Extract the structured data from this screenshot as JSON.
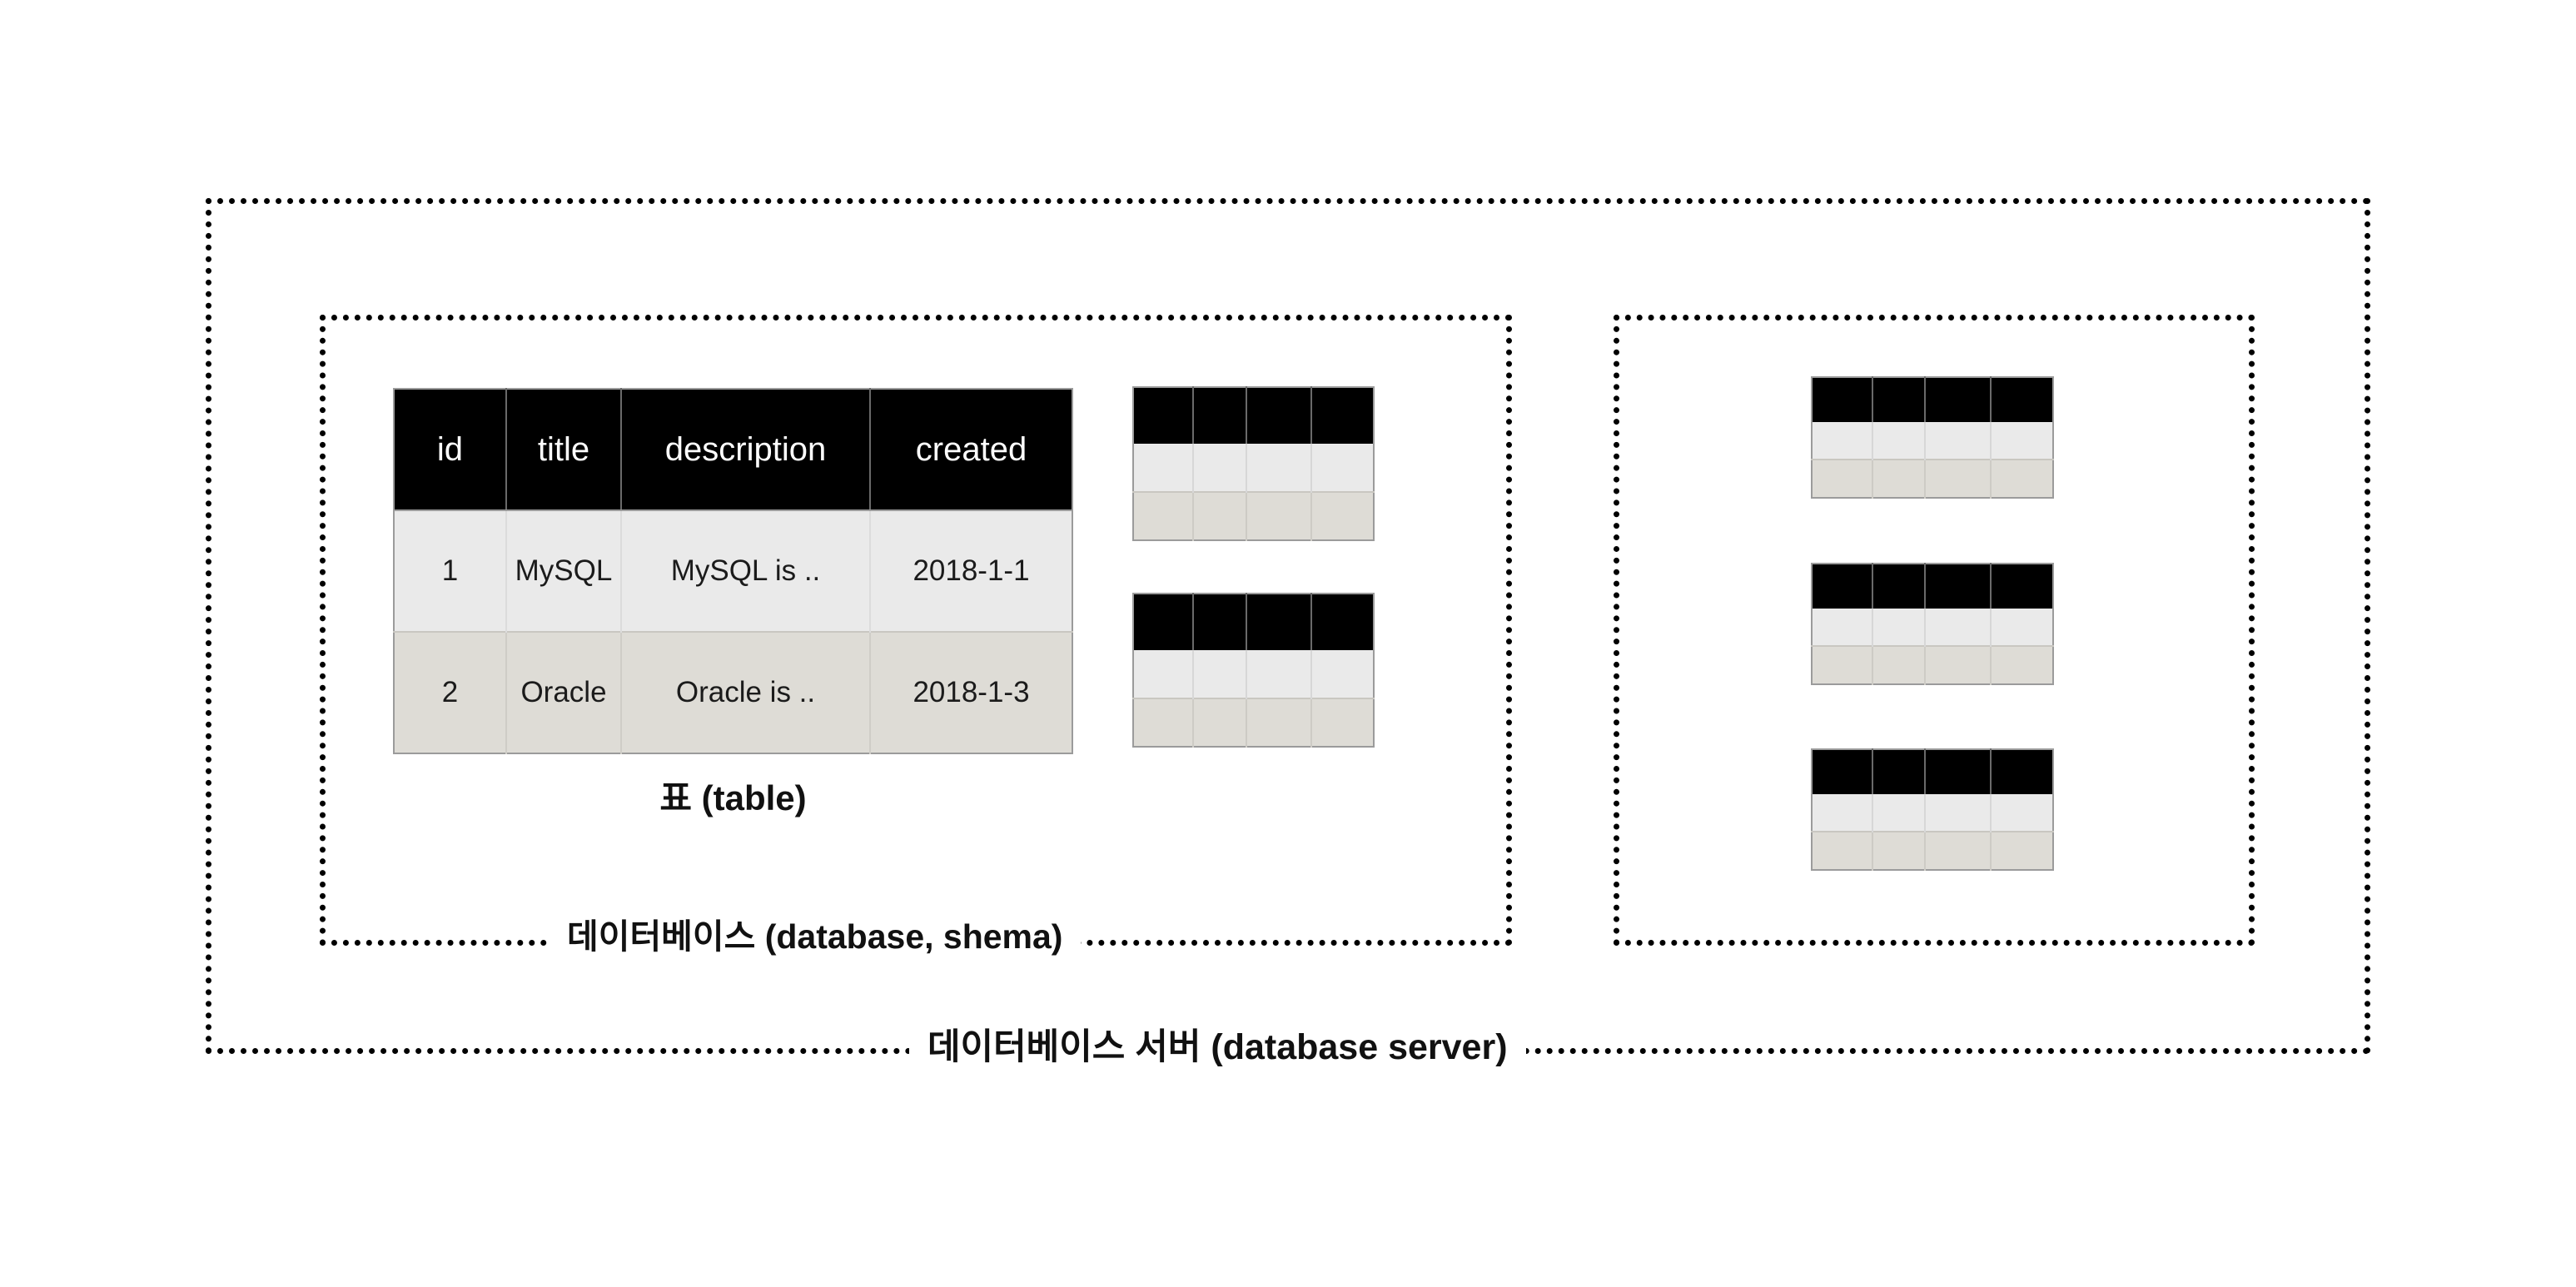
{
  "diagram": {
    "title_caption": "표 (table)",
    "database_label": "데이터베이스 (database, shema)",
    "server_label": "데이터베이스 서버 (database server)"
  },
  "colors": {
    "header_bg": "#000000",
    "header_text": "#ffffff",
    "row_odd_bg": "#eaeaea",
    "row_even_bg": "#dedcd6",
    "border": "#9b9b9b",
    "dotted_border": "#000000",
    "page_bg": "#ffffff"
  },
  "main_table": {
    "columns": [
      "id",
      "title",
      "description",
      "created"
    ],
    "rows": [
      {
        "id": "1",
        "title": "MySQL",
        "description": "MySQL is ..",
        "created": "2018-1-1"
      },
      {
        "id": "2",
        "title": "Oracle",
        "description": "Oracle is ..",
        "created": "2018-1-3"
      }
    ]
  },
  "mini_tables": {
    "database_one": [
      {
        "name": "mini-table-left-1",
        "columns": 4,
        "rows": 2
      },
      {
        "name": "mini-table-left-2",
        "columns": 4,
        "rows": 2
      }
    ],
    "database_two": [
      {
        "name": "mini-table-right-1",
        "columns": 4,
        "rows": 2
      },
      {
        "name": "mini-table-right-2",
        "columns": 4,
        "rows": 2
      },
      {
        "name": "mini-table-right-3",
        "columns": 4,
        "rows": 2
      }
    ]
  }
}
